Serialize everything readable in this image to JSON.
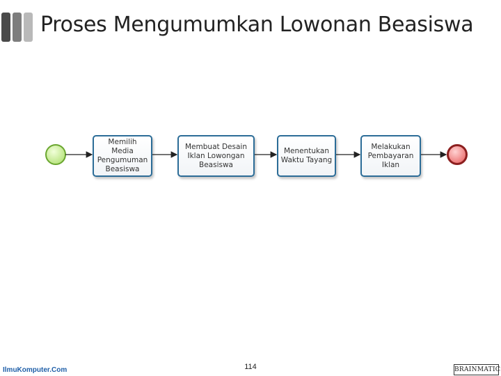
{
  "title": "Proses Mengumumkan Lowonan Beasiswa",
  "colors": {
    "deco_bars": [
      "#4a4a4a",
      "#7d7d7d",
      "#b9b9b9"
    ],
    "start_event_fill": "#b5e27a",
    "start_event_stroke": "#6aa62f",
    "end_event_fill": "#ea6a6a",
    "end_event_stroke": "#8c1f1f",
    "task_border": "#2b6c97",
    "flow_line": "#222222"
  },
  "diagram": {
    "start_event": "start-event",
    "end_event": "end-event",
    "tasks": [
      {
        "label": "Memilih Media\nPengumuman\nBeasiswa"
      },
      {
        "label": "Membuat Desain\nIklan Lowongan\nBeasiswa"
      },
      {
        "label": "Menentukan\nWaktu Tayang"
      },
      {
        "label": "Melakukan\nPembayaran\nIklan"
      }
    ]
  },
  "footer": {
    "brand": "IlmuKomputer.Com",
    "page_number": "114",
    "logo": "BRAINMATICS"
  }
}
